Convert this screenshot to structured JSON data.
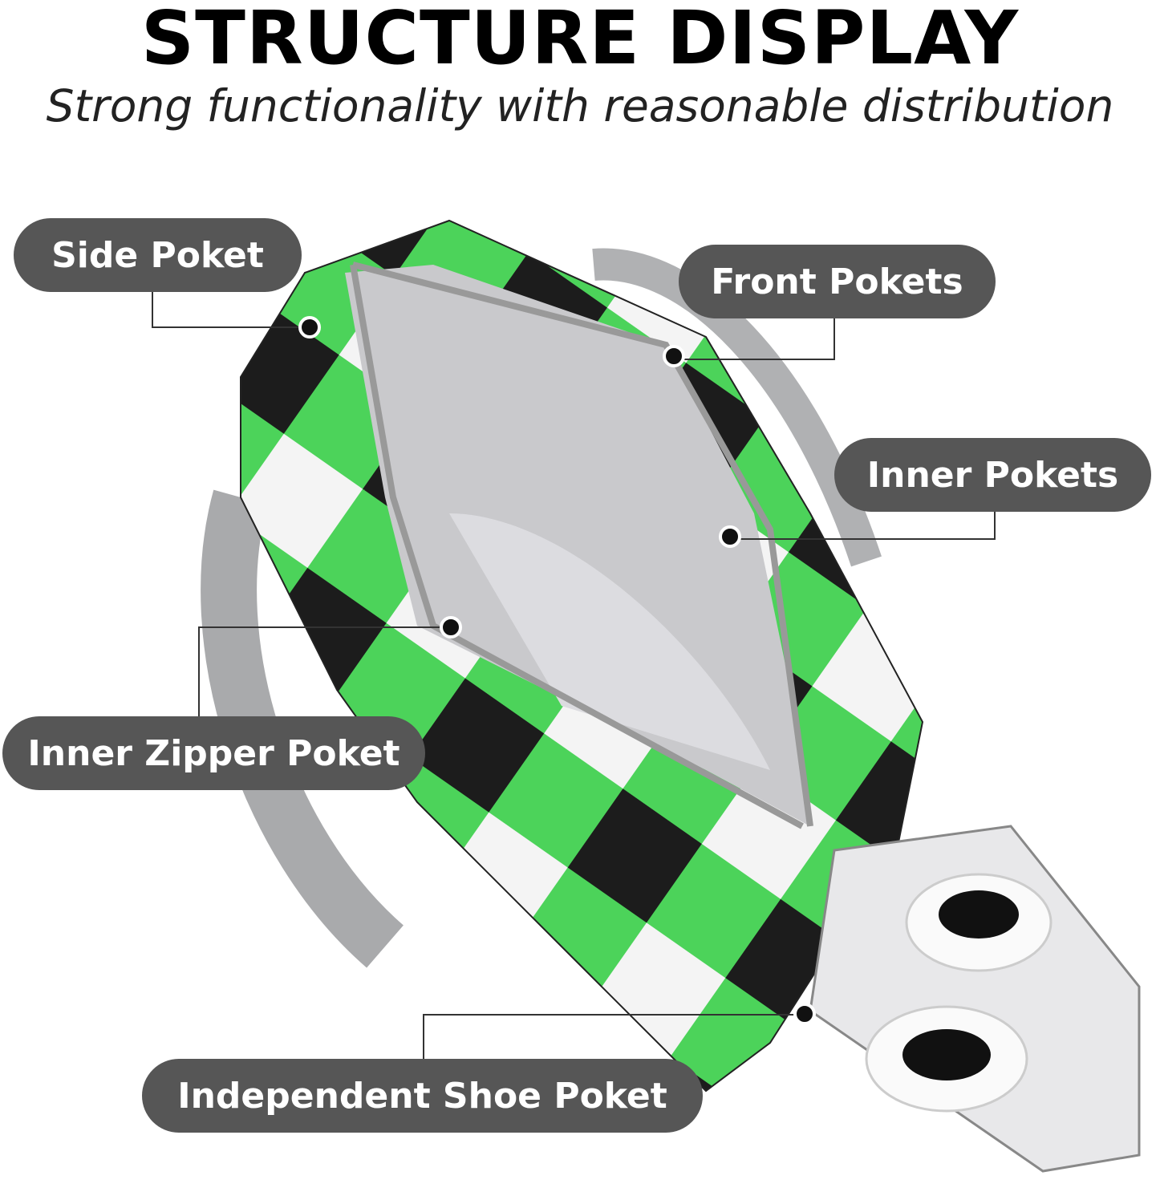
{
  "header": {
    "title": "STRUCTURE DISPLAY",
    "subtitle": "Strong functionality with reasonable distribution"
  },
  "callouts": [
    {
      "id": "side",
      "label": "Side Poket"
    },
    {
      "id": "front",
      "label": "Front Pokets"
    },
    {
      "id": "inner",
      "label": "Inner Pokets"
    },
    {
      "id": "inner-zipper",
      "label": "Inner Zipper Poket"
    },
    {
      "id": "shoe",
      "label": "Independent Shoe Poket"
    }
  ],
  "colors": {
    "pill": "#565656",
    "green": "#4cd35a",
    "black": "#1a1a1a",
    "lining": "#c9c9cc",
    "strap": "#a9aaac"
  }
}
